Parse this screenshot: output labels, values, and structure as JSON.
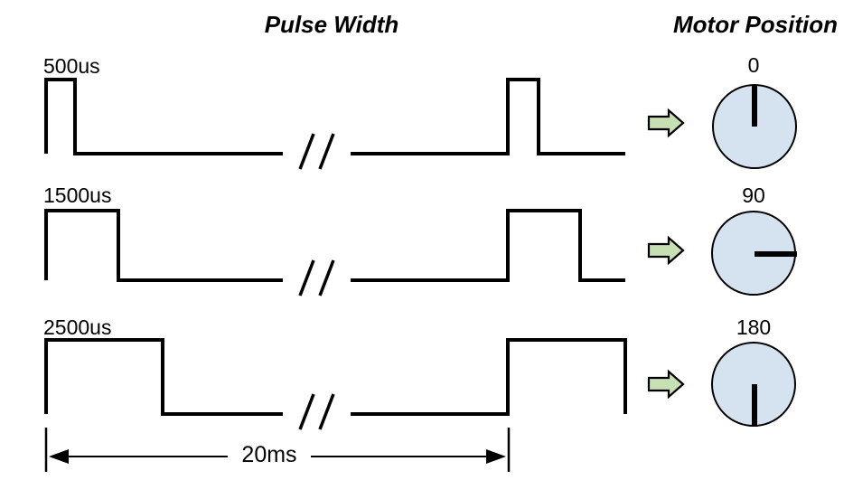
{
  "titles": {
    "pulse_width": "Pulse Width",
    "motor_position": "Motor Position"
  },
  "rows": [
    {
      "pulse_label": "500us",
      "position_label": "0",
      "needle_direction": "up"
    },
    {
      "pulse_label": "1500us",
      "position_label": "90",
      "needle_direction": "right"
    },
    {
      "pulse_label": "2500us",
      "position_label": "180",
      "needle_direction": "down"
    }
  ],
  "timing": {
    "period_label": "20ms"
  },
  "colors": {
    "line": "#000000",
    "dial_fill": "#d5e3f1",
    "arrow_fill": "#c6e0b4"
  },
  "diagram_data": {
    "type": "timing-diagram",
    "description_visible_mapping": [
      {
        "pulse": "500us",
        "motor_position_deg": "0"
      },
      {
        "pulse": "1500us",
        "motor_position_deg": "90"
      },
      {
        "pulse": "2500us",
        "motor_position_deg": "180"
      }
    ],
    "period": "20ms",
    "waveform_break_symbol": "//"
  }
}
